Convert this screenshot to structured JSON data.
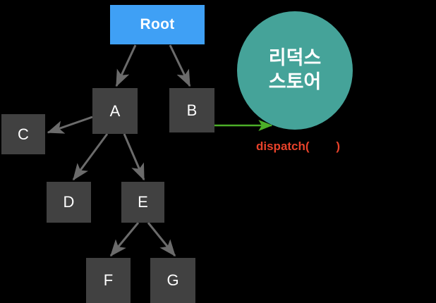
{
  "diagram": {
    "type": "component-tree-with-redux-store",
    "background_color": "#000000",
    "colors": {
      "root_node": "#3fa0f5",
      "tree_node": "#414141",
      "store_circle": "#45a399",
      "tree_arrow": "#6b6b6b",
      "dispatch_arrow": "#4caf28",
      "dispatch_text": "#e8422a",
      "node_text": "#ffffff"
    },
    "root": {
      "label": "Root"
    },
    "nodes": [
      {
        "id": "A",
        "label": "A"
      },
      {
        "id": "B",
        "label": "B"
      },
      {
        "id": "C",
        "label": "C"
      },
      {
        "id": "D",
        "label": "D"
      },
      {
        "id": "E",
        "label": "E"
      },
      {
        "id": "F",
        "label": "F"
      },
      {
        "id": "G",
        "label": "G"
      }
    ],
    "edges": [
      {
        "from": "Root",
        "to": "A"
      },
      {
        "from": "Root",
        "to": "B"
      },
      {
        "from": "A",
        "to": "C"
      },
      {
        "from": "A",
        "to": "D"
      },
      {
        "from": "A",
        "to": "E"
      },
      {
        "from": "E",
        "to": "F"
      },
      {
        "from": "E",
        "to": "G"
      }
    ],
    "store": {
      "line1": "리덕스",
      "line2": "스토어"
    },
    "dispatch": {
      "label": "dispatch(        )",
      "from": "B",
      "to": "store"
    }
  }
}
